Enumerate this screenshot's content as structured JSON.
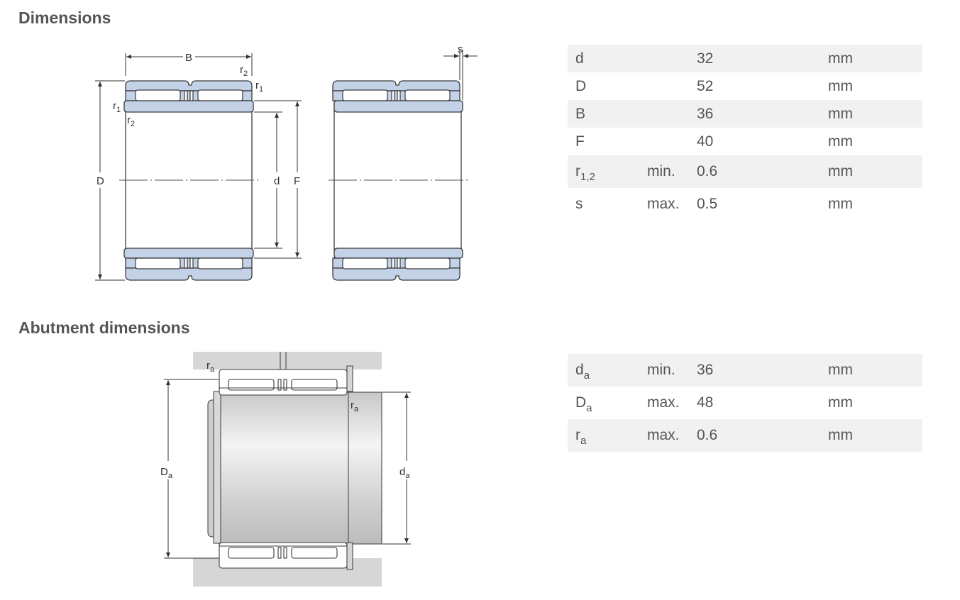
{
  "sections": {
    "dimensions_title": "Dimensions",
    "abutment_title": "Abutment dimensions"
  },
  "dimensions_table": {
    "rows": [
      {
        "symbol": "d",
        "subscript": "",
        "qualifier": "",
        "value": "32",
        "unit": "mm"
      },
      {
        "symbol": "D",
        "subscript": "",
        "qualifier": "",
        "value": "52",
        "unit": "mm"
      },
      {
        "symbol": "B",
        "subscript": "",
        "qualifier": "",
        "value": "36",
        "unit": "mm"
      },
      {
        "symbol": "F",
        "subscript": "",
        "qualifier": "",
        "value": "40",
        "unit": "mm"
      },
      {
        "symbol": "r",
        "subscript": "1,2",
        "qualifier": "min.",
        "value": "0.6",
        "unit": "mm"
      },
      {
        "symbol": "s",
        "subscript": "",
        "qualifier": "max.",
        "value": "0.5",
        "unit": "mm"
      }
    ]
  },
  "abutment_table": {
    "rows": [
      {
        "symbol": "d",
        "subscript": "a",
        "qualifier": "min.",
        "value": "36",
        "unit": "mm"
      },
      {
        "symbol": "D",
        "subscript": "a",
        "qualifier": "max.",
        "value": "48",
        "unit": "mm"
      },
      {
        "symbol": "r",
        "subscript": "a",
        "qualifier": "max.",
        "value": "0.6",
        "unit": "mm"
      }
    ]
  },
  "bearing_drawing": {
    "labels": {
      "B": "B",
      "D": "D",
      "d": "d",
      "F": "F",
      "s": "s",
      "r": "r",
      "sub_1": "1",
      "sub_2": "2"
    }
  },
  "abutment_drawing": {
    "labels": {
      "r": "r",
      "sub_a": "a",
      "D": "D",
      "d": "d"
    }
  },
  "colors": {
    "ring_fill": "#c4d2e8",
    "ring_stroke": "#3a3a3a",
    "housing_fill": "#d6d6d6",
    "shade_row": "#f1f1f1",
    "text": "#555555"
  }
}
